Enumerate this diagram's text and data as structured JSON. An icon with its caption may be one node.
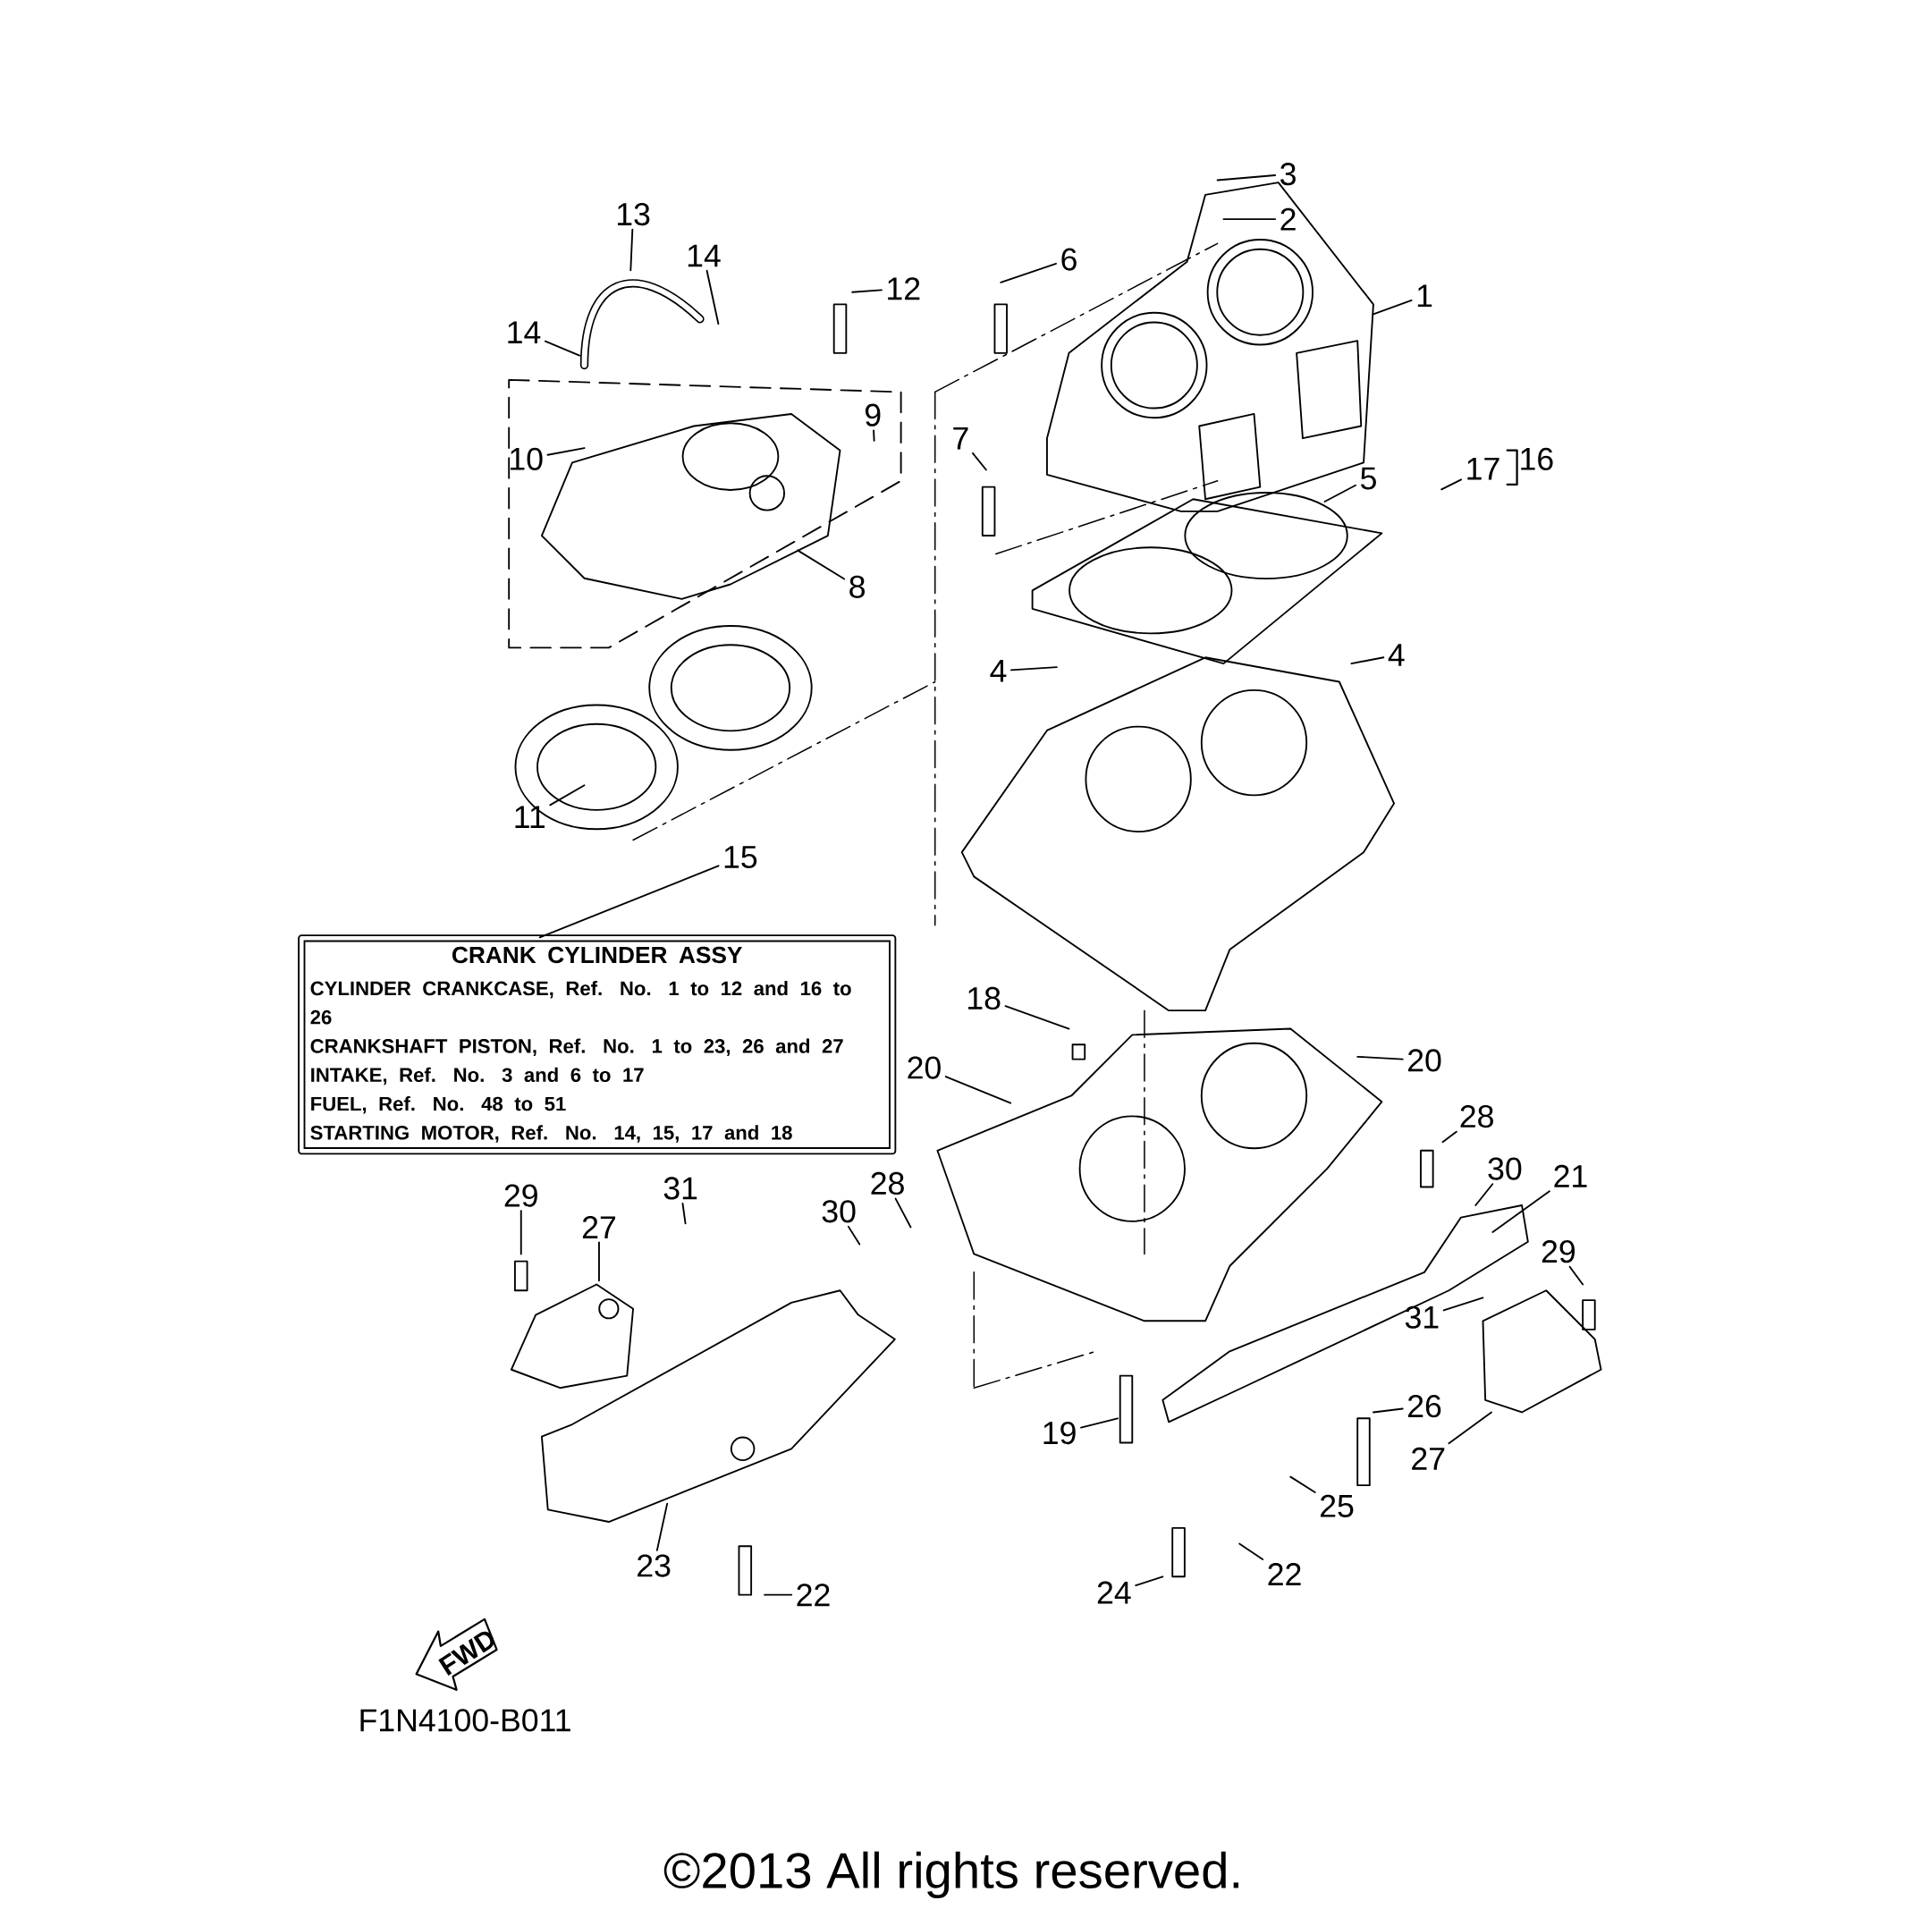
{
  "diagram": {
    "nodes": [
      {
        "text": [
          "3"
        ]
      },
      {
        "text": [
          "13"
        ]
      },
      {
        "text": [
          "2"
        ]
      },
      {
        "text": [
          "14"
        ]
      },
      {
        "text": [
          "6"
        ]
      },
      {
        "text": [
          "12"
        ]
      },
      {
        "text": [
          "1"
        ]
      },
      {
        "text": [
          "14"
        ]
      },
      {
        "text": [
          "9"
        ]
      },
      {
        "text": [
          "7"
        ]
      },
      {
        "text": [
          "10"
        ]
      },
      {
        "text": [
          "17"
        ]
      },
      {
        "text": [
          "5"
        ]
      },
      {
        "text": [
          "8"
        ]
      },
      {
        "text": [
          "4"
        ]
      },
      {
        "text": [
          "4"
        ]
      },
      {
        "text": [
          "11"
        ]
      },
      {
        "text": [
          "15"
        ]
      },
      {
        "text": [
          "CRANK CYLINDER ASSY",
          "CYLINDER CRANKCASE, Ref. No. 1 to 12 and 16 to 26",
          "CRANKSHAFT PISTON, Ref. No. 1 to 23, 26 and 27",
          "INTAKE, Ref. No. 3 and 6 to 17",
          "FUEL, Ref. No. 48 to 51",
          "STARTING MOTOR, Ref. No. 14, 15, 17 and 18"
        ]
      },
      {
        "text": [
          "18"
        ]
      },
      {
        "text": [
          "20"
        ]
      },
      {
        "text": [
          "20"
        ]
      },
      {
        "text": [
          "28"
        ]
      },
      {
        "text": [
          "30"
        ]
      },
      {
        "text": [
          "21"
        ]
      },
      {
        "text": [
          "28"
        ]
      },
      {
        "text": [
          "31"
        ]
      },
      {
        "text": [
          "29"
        ]
      },
      {
        "text": [
          "30"
        ]
      },
      {
        "text": [
          "27"
        ]
      },
      {
        "text": [
          "29"
        ]
      },
      {
        "text": [
          "31"
        ]
      },
      {
        "text": [
          "26"
        ]
      },
      {
        "text": [
          "19"
        ]
      },
      {
        "text": [
          "27"
        ]
      },
      {
        "text": [
          "25"
        ]
      },
      {
        "text": [
          "23"
        ]
      },
      {
        "text": [
          "22"
        ]
      },
      {
        "text": [
          "24"
        ]
      },
      {
        "text": [
          "22"
        ]
      }
    ],
    "edges": [
      {
        "from": 0,
        "to": null,
        "arrow": "none"
      },
      {
        "from": 1,
        "to": null,
        "arrow": "none"
      },
      {
        "from": 2,
        "to": null,
        "arrow": "none"
      },
      {
        "from": 3,
        "to": null,
        "arrow": "none"
      },
      {
        "from": 4,
        "to": null,
        "arrow": "none"
      },
      {
        "from": 5,
        "to": null,
        "arrow": "none"
      },
      {
        "from": 6,
        "to": null,
        "arrow": "none"
      },
      {
        "from": 7,
        "to": null,
        "arrow": "none"
      },
      {
        "from": 8,
        "to": null,
        "arrow": "none"
      },
      {
        "from": 9,
        "to": null,
        "arrow": "none"
      },
      {
        "from": 10,
        "to": null,
        "arrow": "none"
      },
      {
        "from": 11,
        "to": null,
        "arrow": "none"
      },
      {
        "from": 12,
        "to": null,
        "arrow": "none"
      },
      {
        "from": 13,
        "to": null,
        "arrow": "none"
      },
      {
        "from": 14,
        "to": null,
        "arrow": "none"
      },
      {
        "from": 15,
        "to": null,
        "arrow": "none"
      },
      {
        "from": 16,
        "to": null,
        "arrow": "none"
      },
      {
        "from": 17,
        "to": 18,
        "arrow": "none"
      },
      {
        "from": 19,
        "to": null,
        "arrow": "none"
      },
      {
        "from": 20,
        "to": null,
        "arrow": "none"
      },
      {
        "from": 21,
        "to": null,
        "arrow": "none"
      },
      {
        "from": 22,
        "to": null,
        "arrow": "none"
      },
      {
        "from": 23,
        "to": null,
        "arrow": "none"
      },
      {
        "from": 24,
        "to": null,
        "arrow": "none"
      },
      {
        "from": 25,
        "to": null,
        "arrow": "none"
      },
      {
        "from": 26,
        "to": null,
        "arrow": "none"
      },
      {
        "from": 27,
        "to": null,
        "arrow": "none"
      },
      {
        "from": 28,
        "to": null,
        "arrow": "none"
      },
      {
        "from": 29,
        "to": null,
        "arrow": "none"
      },
      {
        "from": 30,
        "to": null,
        "arrow": "none"
      },
      {
        "from": 31,
        "to": null,
        "arrow": "none"
      },
      {
        "from": 32,
        "to": null,
        "arrow": "none"
      },
      {
        "from": 33,
        "to": null,
        "arrow": "none"
      },
      {
        "from": 34,
        "to": null,
        "arrow": "none"
      },
      {
        "from": 35,
        "to": null,
        "arrow": "none"
      },
      {
        "from": 36,
        "to": null,
        "arrow": "none"
      },
      {
        "from": 37,
        "to": null,
        "arrow": "none"
      },
      {
        "from": 38,
        "to": null,
        "arrow": "none"
      },
      {
        "from": 39,
        "to": null,
        "arrow": "none"
      }
    ],
    "labels": [
      "16",
      "FWD",
      "F1N4100-B011",
      "©2013 All rights reserved."
    ]
  }
}
